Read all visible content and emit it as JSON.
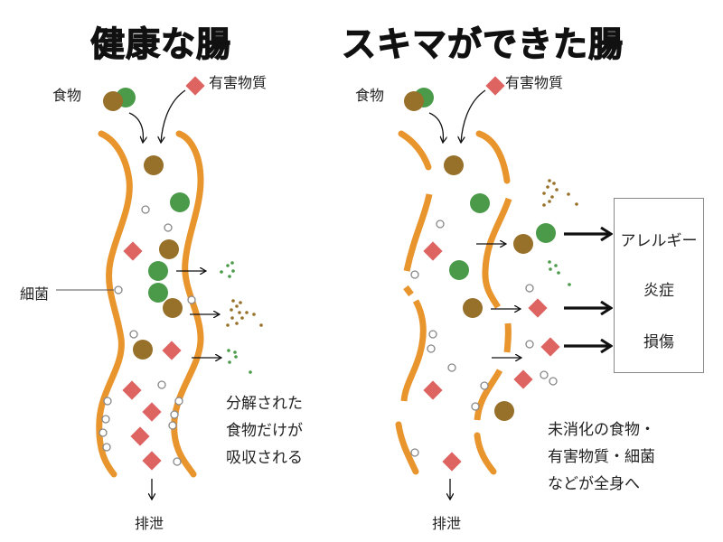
{
  "colors": {
    "wall": "#E8952E",
    "food_brown": "#97702A",
    "food_green": "#4A9A4A",
    "harmful": "#DD6461",
    "bacteria": "#888888",
    "arrow": "#111111"
  },
  "left_panel": {
    "title": "健康な腸",
    "food_label": "食物",
    "harmful_label": "有害物質",
    "bacteria_label": "細菌",
    "excretion_label": "排泄",
    "caption": [
      "分解された",
      "食物だけが",
      "吸収される"
    ]
  },
  "right_panel": {
    "title": "スキマができた腸",
    "food_label": "食物",
    "harmful_label": "有害物質",
    "excretion_label": "排泄",
    "caption": [
      "未消化の食物・",
      "有害物質・細菌",
      "などが全身へ"
    ],
    "effects": [
      "アレルギー",
      "炎症",
      "損傷"
    ]
  },
  "legend_icons": {
    "food": "circle-brown-green",
    "harmful": "diamond-red",
    "bacteria": "ring-gray"
  }
}
